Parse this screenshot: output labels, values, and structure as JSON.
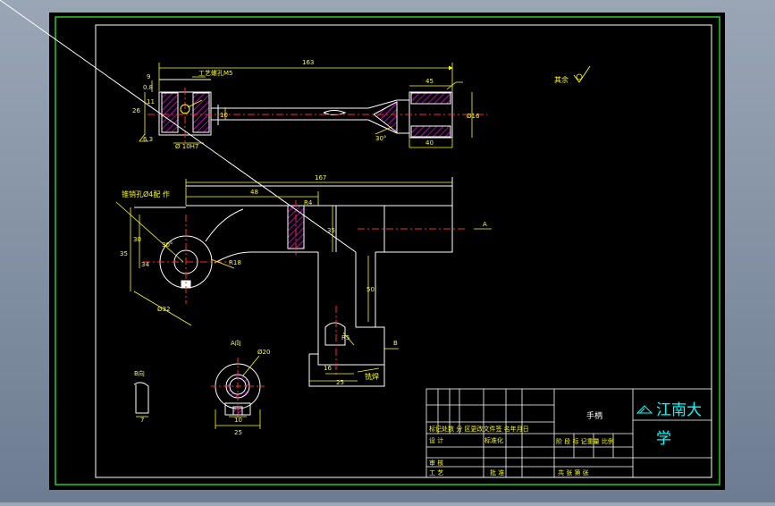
{
  "drawing": {
    "dims": {
      "top_length": "163",
      "top_right_len": "45",
      "top_left_9": "9",
      "top_left_11": "11",
      "top_left_26": "26",
      "top_left_0_8": "0.8",
      "top_left_6_3": "6.3",
      "top_center_10": "10",
      "top_right_dia": "Ø16",
      "top_right_40": "40",
      "top_angle_30": "30°",
      "mid_length": "167",
      "mid_len_48": "48",
      "mid_r4": "R4",
      "mid_35": "35",
      "mid_left_30": "30",
      "mid_left_35": "35",
      "mid_left_34": "34",
      "mid_angle_30": "30°",
      "mid_r18": "R18",
      "mid_dia_32": "Ø32",
      "mid_vert_50": "50",
      "mid_low_16": "16",
      "mid_low_25": "25",
      "mid_low_r5": "R5",
      "aview_dia": "Ø20",
      "aview_10": "10",
      "aview_25": "25",
      "bview_7": "7"
    },
    "labels": {
      "top_callout": "工艺螺孔M5",
      "top_r10": "Ø 10H7",
      "mid_callout": "锥销孔Ø4配 作",
      "arrow_a": "A",
      "arrow_b": "B",
      "view_a": "A向",
      "view_b": "B向",
      "weld": "铣焊",
      "roughness": "其余"
    },
    "title_block": {
      "part_name": "手柄",
      "school_line1": "江南大",
      "school_line2": "学",
      "row1": "标记处数 分 区更改文件签 名年月日",
      "row2_a": "设 计",
      "row2_b": "标准化",
      "row2_c": "阶 段 标 记重量 比例",
      "row3_a": "审 核",
      "row4_a": "工 艺",
      "row4_b": "批 准",
      "row4_c": "共 张 第 张"
    }
  },
  "colors": {
    "outline": "#ffffff",
    "dimension": "#ffff00",
    "center": "#ff2a2a",
    "hatch": "#ff00ff",
    "frame": "#22cc22",
    "text": "#00ffff",
    "paper": "#000000"
  }
}
